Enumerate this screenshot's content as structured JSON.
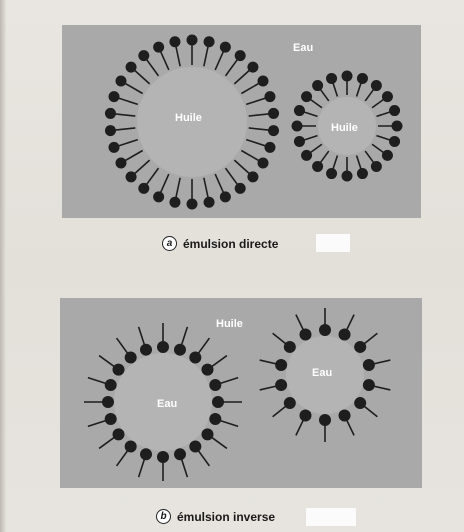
{
  "figure_a": {
    "letter": "a",
    "caption": "émulsion directe",
    "continuous_phase_label": "Eau",
    "droplet_labels": [
      "Huile",
      "Huile"
    ]
  },
  "figure_b": {
    "letter": "b",
    "caption": "émulsion inverse",
    "continuous_phase_label": "Huile",
    "droplet_labels": [
      "Eau",
      "Eau"
    ]
  },
  "colors": {
    "panel": "#a9a9a9",
    "molecule": "#1e1e1e",
    "droplet_fill": "#c8c8c8",
    "label": "#ffffff"
  }
}
